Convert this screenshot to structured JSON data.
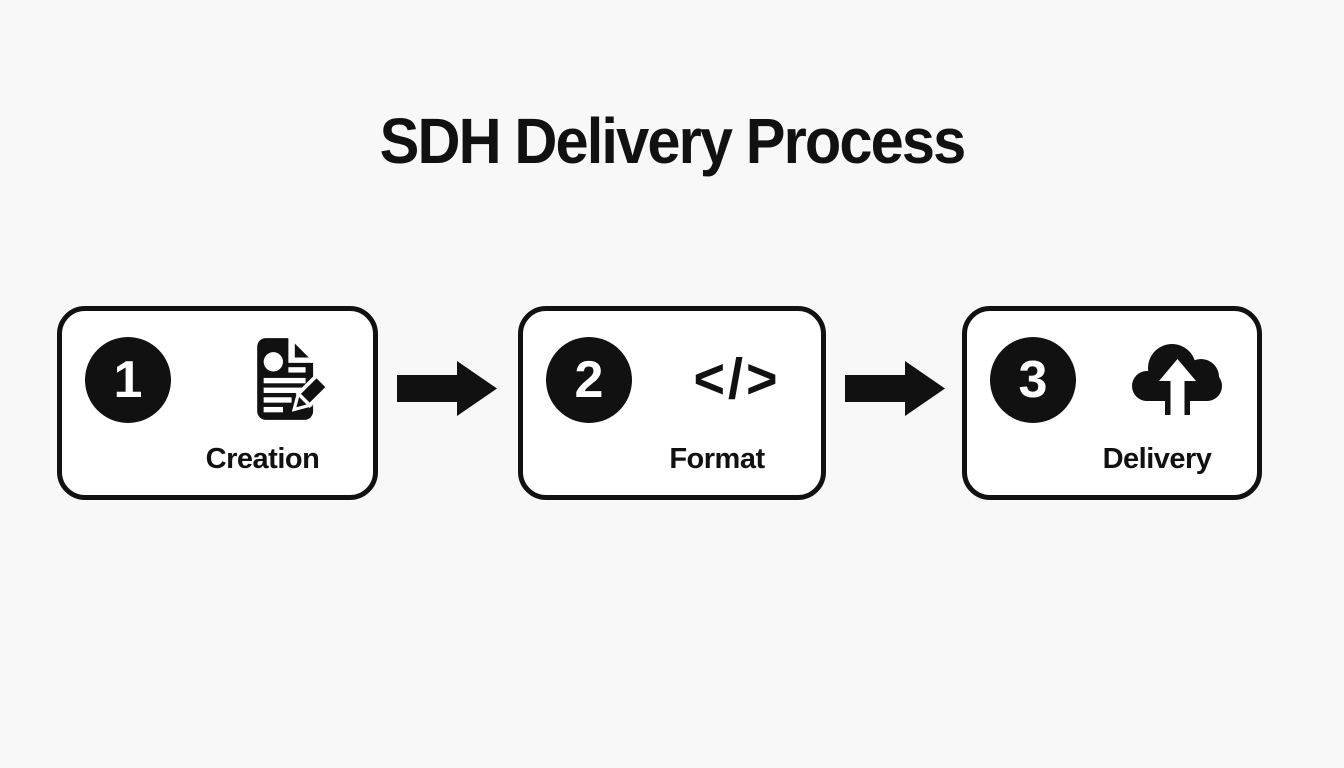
{
  "title": "SDH Delivery Process",
  "steps": [
    {
      "number": "1",
      "label": "Creation",
      "icon": "document-edit-icon"
    },
    {
      "number": "2",
      "label": "Format",
      "icon": "code-icon",
      "glyph": "</>"
    },
    {
      "number": "3",
      "label": "Delivery",
      "icon": "cloud-upload-icon"
    }
  ],
  "colors": {
    "background": "#f8f8f8",
    "box_background": "#ffffff",
    "ink": "#111111",
    "number_text": "#ffffff"
  }
}
